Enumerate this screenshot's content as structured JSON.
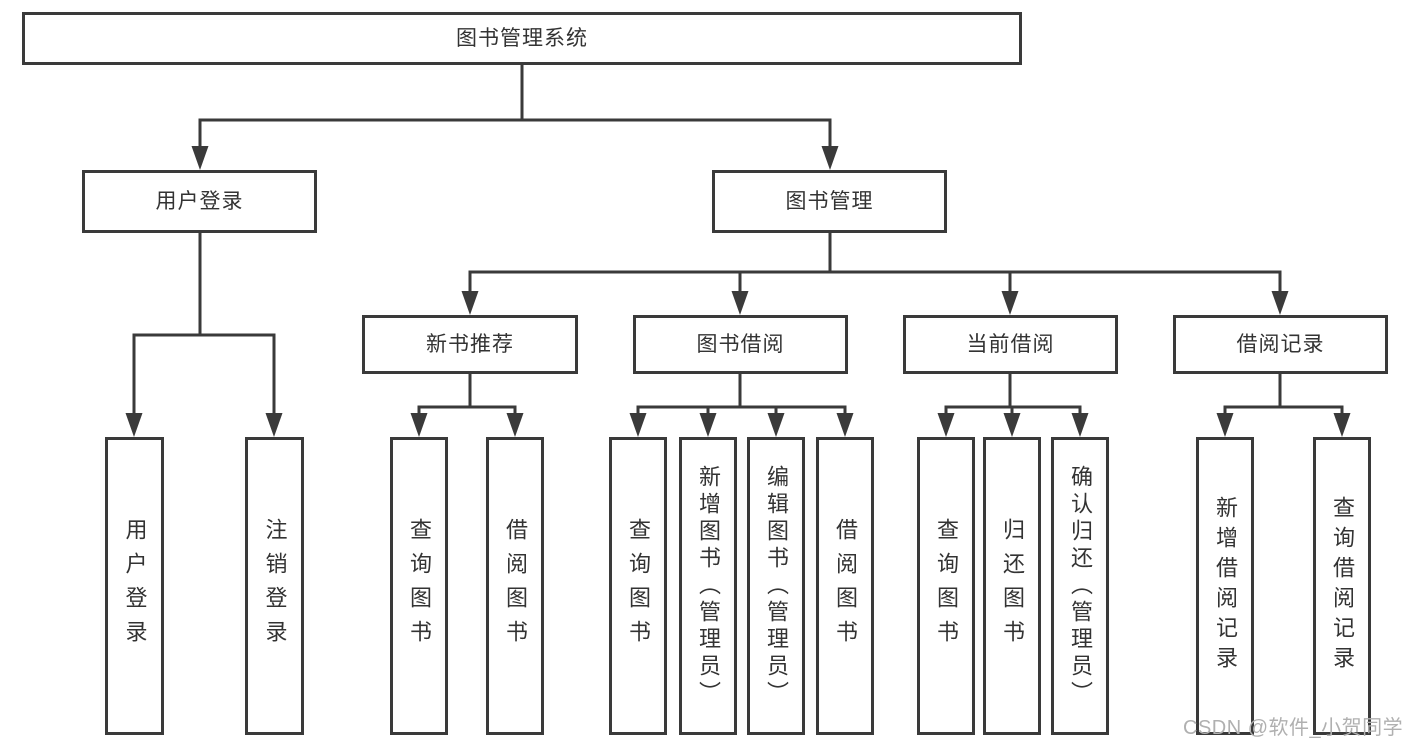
{
  "colors": {
    "line": "#3a3a3a",
    "text": "#333333",
    "background": "#ffffff",
    "watermark": "#b0b0b0"
  },
  "watermark": {
    "text": "CSDN @软件_小贺同学"
  },
  "tree": {
    "label": "图书管理系统",
    "children": [
      {
        "label": "用户登录",
        "children": [
          {
            "label": "用户登录"
          },
          {
            "label": "注销登录"
          }
        ]
      },
      {
        "label": "图书管理",
        "children": [
          {
            "label": "新书推荐",
            "children": [
              {
                "label": "查询图书"
              },
              {
                "label": "借阅图书"
              }
            ]
          },
          {
            "label": "图书借阅",
            "children": [
              {
                "label": "查询图书"
              },
              {
                "label": "新增图书（管理员）"
              },
              {
                "label": "编辑图书（管理员）"
              },
              {
                "label": "借阅图书"
              }
            ]
          },
          {
            "label": "当前借阅",
            "children": [
              {
                "label": "查询图书"
              },
              {
                "label": "归还图书"
              },
              {
                "label": "确认归还（管理员）"
              }
            ]
          },
          {
            "label": "借阅记录",
            "children": [
              {
                "label": "新增借阅记录"
              },
              {
                "label": "查询借阅记录"
              }
            ]
          }
        ]
      }
    ]
  }
}
